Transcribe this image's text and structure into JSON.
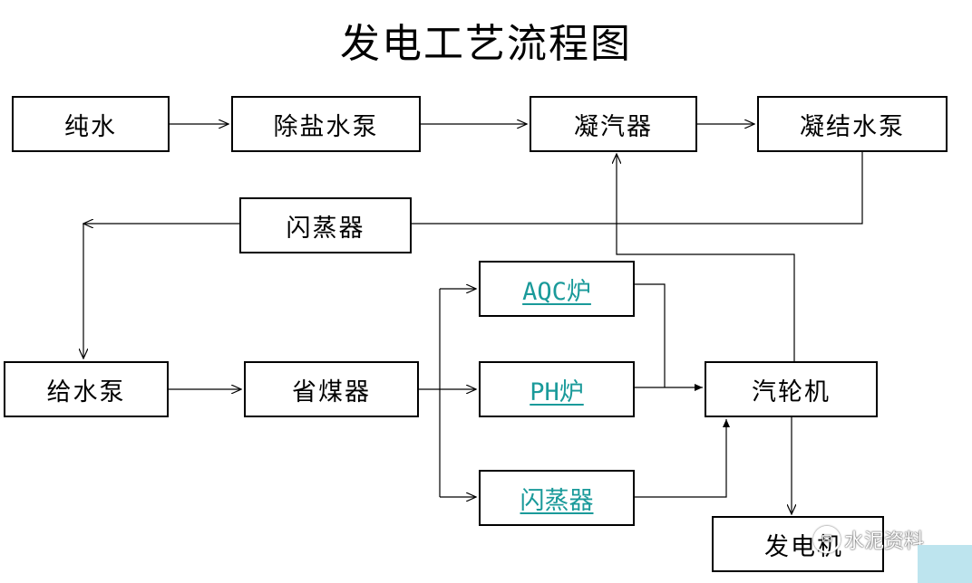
{
  "title": "发电工艺流程图",
  "nodes": {
    "pure_water": "纯水",
    "desalt_pump": "除盐水泵",
    "condenser": "凝汽器",
    "condensate_pump": "凝结水泵",
    "flash_evaporator_top": "闪蒸器",
    "feed_pump": "给水泵",
    "economizer": "省煤器",
    "aqc_boiler": "AQC炉",
    "ph_boiler": "PH炉",
    "flash_evaporator_link": "闪蒸器",
    "turbine": "汽轮机",
    "generator": "发电机"
  },
  "watermark": {
    "icon": "wechat-icon",
    "text": "水泥资料"
  },
  "colors": {
    "link": "#1a9a9a",
    "corner": "#bde4ee"
  }
}
